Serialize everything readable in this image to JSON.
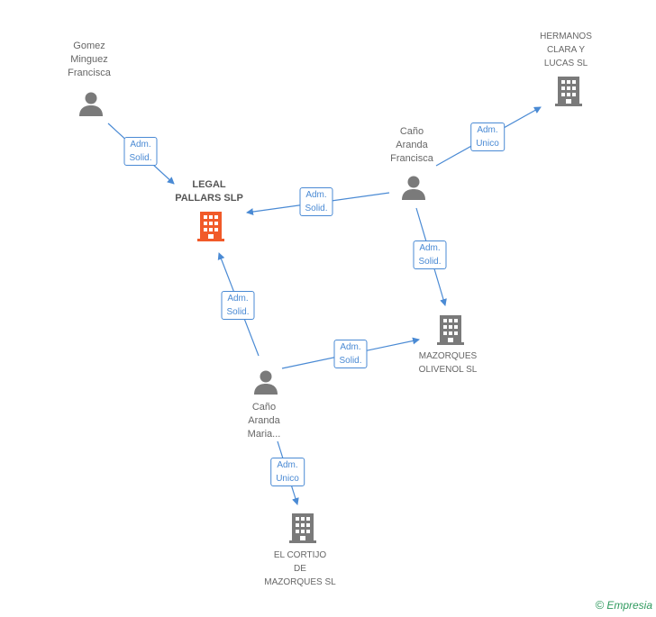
{
  "colors": {
    "edge": "#4a8ad4",
    "node": "#7a7a7a",
    "main": "#f15a29"
  },
  "nodes": {
    "gomez": {
      "label": "Gomez\nMinguez\nFrancisca",
      "icon": "person-icon"
    },
    "legal": {
      "label": "LEGAL\nPALLARS SLP",
      "icon": "building-icon"
    },
    "hermanos": {
      "label": "HERMANOS\nCLARA Y\nLUCAS SL",
      "icon": "building-icon"
    },
    "cano_francisca": {
      "label": "Caño\nAranda\nFrancisca",
      "icon": "person-icon"
    },
    "mazorques": {
      "label": "MAZORQUES\nOLIVENOL SL",
      "icon": "building-icon"
    },
    "cano_maria": {
      "label": "Caño\nAranda\nMaria...",
      "icon": "person-icon"
    },
    "cortijo": {
      "label": "EL CORTIJO\nDE\nMAZORQUES SL",
      "icon": "building-icon"
    }
  },
  "edges": [
    {
      "id": "gomez-legal",
      "label": "Adm.\nSolid."
    },
    {
      "id": "francisca-hermanos",
      "label": "Adm.\nUnico"
    },
    {
      "id": "francisca-legal",
      "label": "Adm.\nSolid."
    },
    {
      "id": "francisca-mazorques",
      "label": "Adm.\nSolid."
    },
    {
      "id": "maria-legal",
      "label": "Adm.\nSolid."
    },
    {
      "id": "maria-mazorques",
      "label": "Adm.\nSolid."
    },
    {
      "id": "maria-cortijo",
      "label": "Adm.\nUnico"
    }
  ],
  "footer": {
    "copyright": "©",
    "brand": "Empresia"
  }
}
